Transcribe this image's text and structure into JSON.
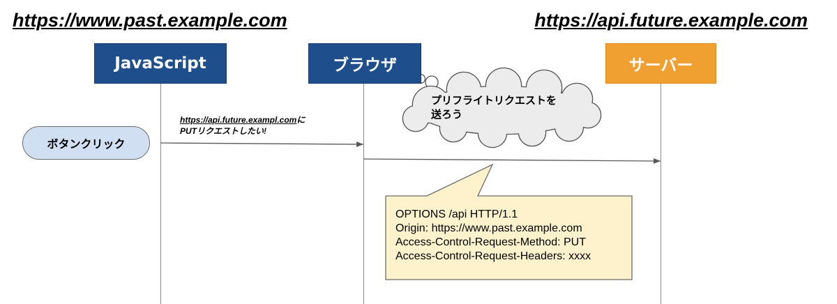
{
  "origins": {
    "left": "https://www.past.example.com",
    "right": "https://api.future.example.com"
  },
  "actors": {
    "javascript": "JavaScript",
    "browser": "ブラウザ",
    "server": "サーバー"
  },
  "trigger": "ボタンクリック",
  "message": {
    "url": "https://api.future.exampl.com",
    "suffix": "に",
    "line2": "PUTリクエストしたい!"
  },
  "thought": {
    "line1": "プリフライトリクエストを",
    "line2": "送ろう"
  },
  "request": {
    "lines": [
      "OPTIONS /api HTTP/1.1",
      "Origin: https://www.past.example.com",
      "Access-Control-Request-Method: PUT",
      "Access-Control-Request-Headers: xxxx"
    ]
  },
  "colors": {
    "actor_blue": "#1f4e8c",
    "actor_orange": "#f0a030",
    "pill_fill": "#d0e0f2",
    "callout_fill": "#fdf2cc"
  }
}
